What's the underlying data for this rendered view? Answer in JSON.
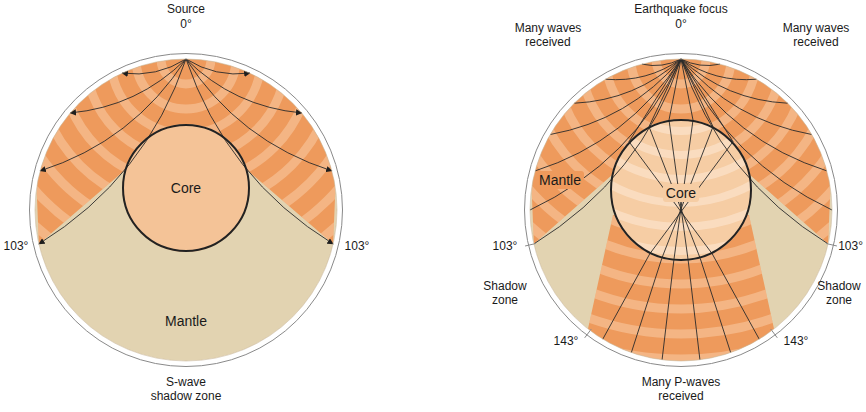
{
  "diagram": {
    "nodes": [
      {
        "text": [
          "Mantle"
        ]
      },
      {
        "text": [
          "Core"
        ],
        "in": 0
      },
      {
        "text": [
          "Mantle"
        ]
      },
      {
        "text": [
          "Core"
        ],
        "in": 2
      }
    ],
    "labels": [
      "Source",
      "0°",
      "103°",
      "103°",
      "S-wave shadow zone",
      "Earthquake focus",
      "0°",
      "Many waves received",
      "Many waves received",
      "103°",
      "103°",
      "Shadow zone",
      "Shadow zone",
      "143°",
      "143°",
      "Many P-waves received"
    ]
  }
}
